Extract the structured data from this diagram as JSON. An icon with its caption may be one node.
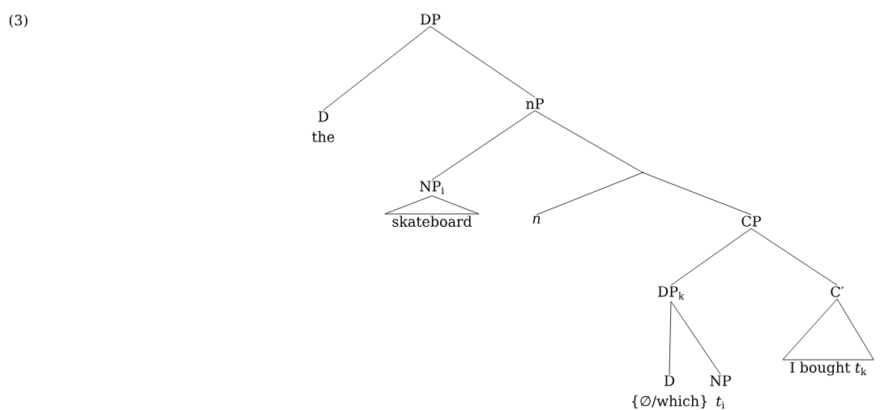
{
  "diagram": {
    "nodes": [
      {
        "text": [
          "DP"
        ]
      },
      {
        "text": [
          "D",
          "the"
        ]
      },
      {
        "text": [
          "nP"
        ]
      },
      {
        "text": [
          "NP$_{i}$"
        ]
      },
      {
        "text": [
          "skateboard"
        ]
      },
      {
        "text": [],
        "shape": "point"
      },
      {
        "text": [
          "*n*"
        ]
      },
      {
        "text": [
          "CP"
        ]
      },
      {
        "text": [
          "DP$_{k}$"
        ]
      },
      {
        "text": [
          "C′"
        ]
      },
      {
        "text": [
          "I bought *t*$_{k}$"
        ]
      },
      {
        "text": [
          "D",
          "{∅/which}"
        ]
      },
      {
        "text": [
          "NP",
          "*t*$_{i}$"
        ]
      }
    ],
    "edges": [
      {
        "from": 0,
        "to": 1,
        "arrow": "none"
      },
      {
        "from": 0,
        "to": 2,
        "arrow": "none"
      },
      {
        "from": 2,
        "to": 3,
        "arrow": "none"
      },
      {
        "from": 2,
        "to": 5,
        "arrow": "none"
      },
      {
        "from": 3,
        "to": 4,
        "arrow": "none"
      },
      {
        "from": 5,
        "to": 6,
        "arrow": "none"
      },
      {
        "from": 5,
        "to": 7,
        "arrow": "none"
      },
      {
        "from": 7,
        "to": 8,
        "arrow": "none"
      },
      {
        "from": 7,
        "to": 9,
        "arrow": "none"
      },
      {
        "from": 8,
        "to": 11,
        "arrow": "none"
      },
      {
        "from": 8,
        "to": 12,
        "arrow": "none"
      },
      {
        "from": 9,
        "to": 10,
        "arrow": "none"
      }
    ],
    "labels": [
      "(3)"
    ]
  }
}
